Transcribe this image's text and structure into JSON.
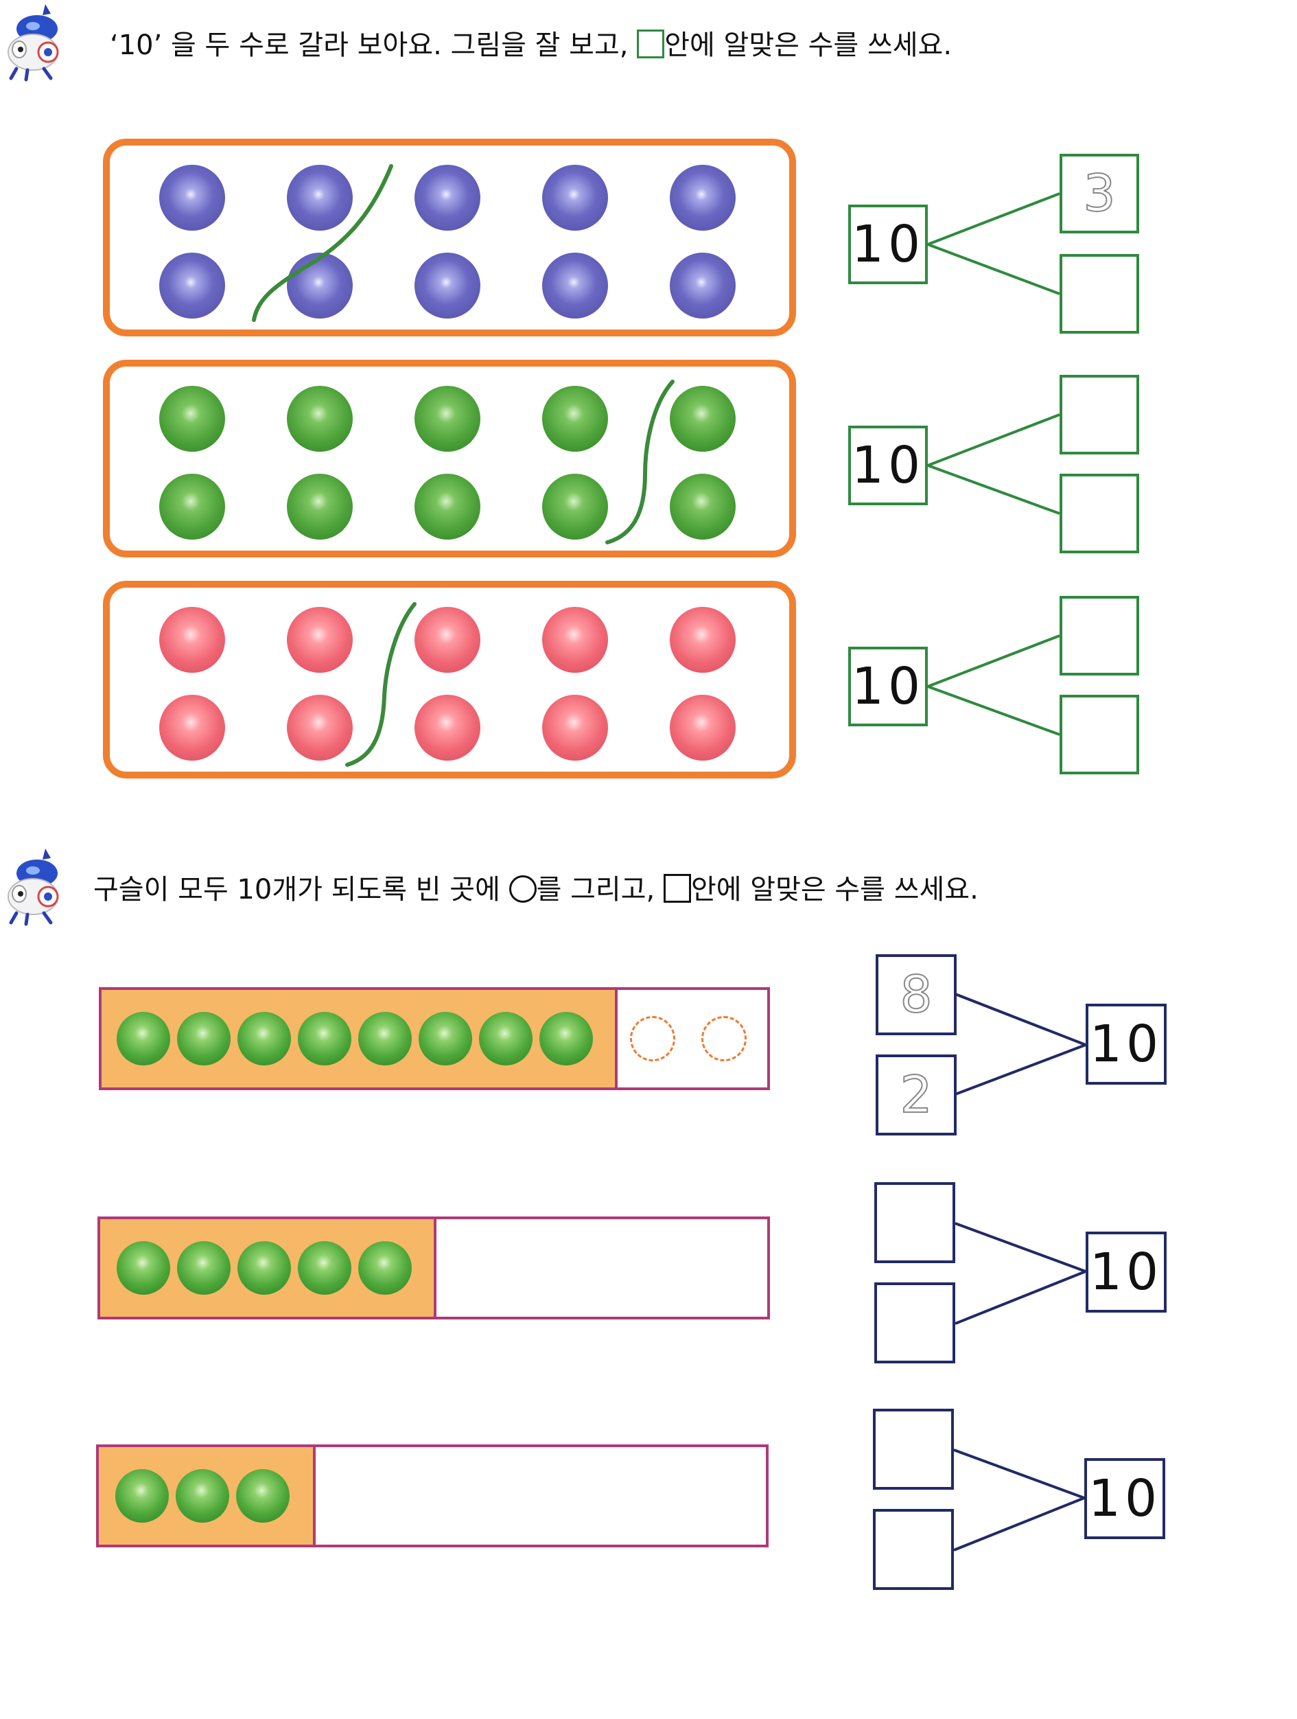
{
  "section1": {
    "instruction_part1": "‘10’ 을 두 수로 갈라 보아요. 그림을 잘 보고, ",
    "instruction_part2": "안에 알맞은 수를 쓰세요.",
    "rows": [
      {
        "bead_color": "blue",
        "total": "10",
        "top_value": "3",
        "bottom_value": ""
      },
      {
        "bead_color": "green",
        "total": "10",
        "top_value": "",
        "bottom_value": ""
      },
      {
        "bead_color": "pink",
        "total": "10",
        "top_value": "",
        "bottom_value": ""
      }
    ]
  },
  "section2": {
    "instruction_part1": "구슬이 모두 10개가 되도록 빈 곳에 ",
    "instruction_part2": "를 그리고, ",
    "instruction_part3": "안에 알맞은 수를 쓰세요.",
    "rows": [
      {
        "beads": 8,
        "empty_circles": 2,
        "total": "10",
        "top_value": "8",
        "bottom_value": "2"
      },
      {
        "beads": 5,
        "empty_circles": 0,
        "total": "10",
        "top_value": "",
        "bottom_value": ""
      },
      {
        "beads": 3,
        "empty_circles": 0,
        "total": "10",
        "top_value": "",
        "bottom_value": ""
      }
    ]
  },
  "colors": {
    "frame_orange": "#f08030",
    "green_line": "#2f8a3e",
    "navy_line": "#222a66",
    "bar_border": "#b03a78",
    "bar_fill": "#f6b866"
  },
  "icons": [
    "mascot-icon",
    "mascot-icon"
  ]
}
